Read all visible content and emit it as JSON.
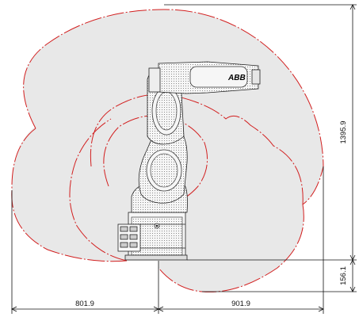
{
  "drawing": {
    "dimensions": {
      "top_reach": "1395.9",
      "bottom_reach": "156.1",
      "left_reach": "801.9",
      "right_reach": "901.9"
    },
    "robot": {
      "brand_logo": "ABB"
    },
    "colors": {
      "envelope_fill": "#e8e8e8",
      "envelope_outline": "#d21e1e",
      "robot_line": "#222222",
      "robot_body": "#f6f6f6",
      "dimension_line": "#111111"
    }
  }
}
